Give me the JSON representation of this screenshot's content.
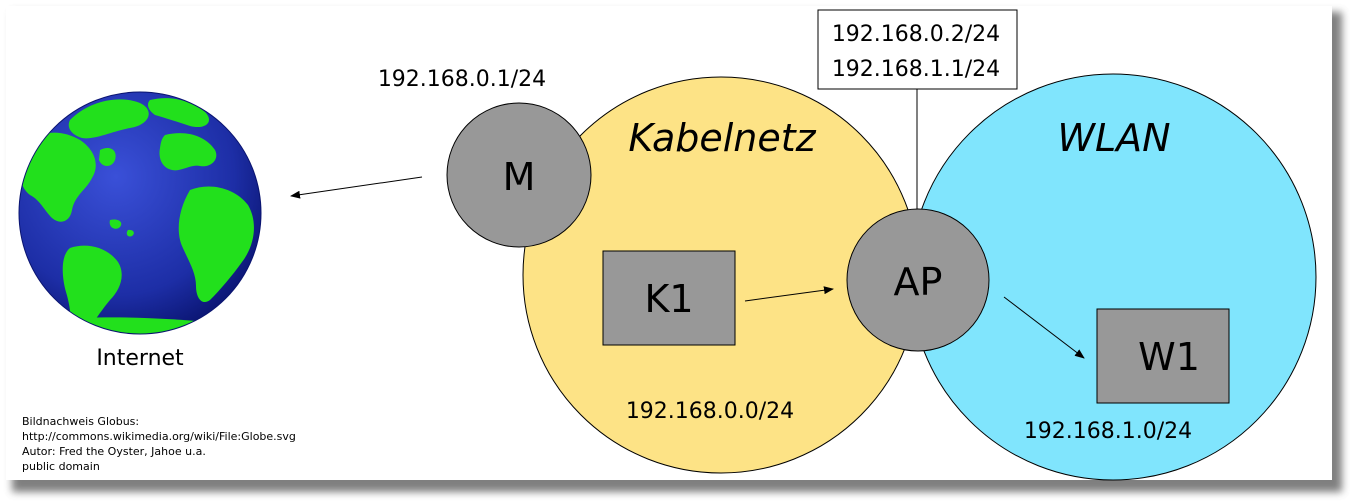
{
  "internet": {
    "label": "Internet"
  },
  "networks": {
    "kabel": {
      "name": "Kabelnetz",
      "subnet": "192.168.0.0/24",
      "color": "#fde386"
    },
    "wlan": {
      "name": "WLAN",
      "subnet": "192.168.1.0/24",
      "color": "#80e5fd"
    }
  },
  "nodes": {
    "modem": {
      "label": "M",
      "ip": "192.168.0.1/24"
    },
    "k1": {
      "label": "K1"
    },
    "ap": {
      "label": "AP",
      "ips": [
        "192.168.0.2/24",
        "192.168.1.1/24"
      ]
    },
    "w1": {
      "label": "W1"
    }
  },
  "colors": {
    "device_gray": "#989898",
    "globe_ocean": "#1f2fa8",
    "globe_land": "#22e01c",
    "frame_shadow": "#555555"
  },
  "credit": {
    "lines": [
      "Bildnachweis Globus:",
      "http://commons.wikimedia.org/wiki/File:Globe.svg",
      "Autor: Fred the Oyster, Jahoe u.a.",
      "public domain"
    ]
  }
}
